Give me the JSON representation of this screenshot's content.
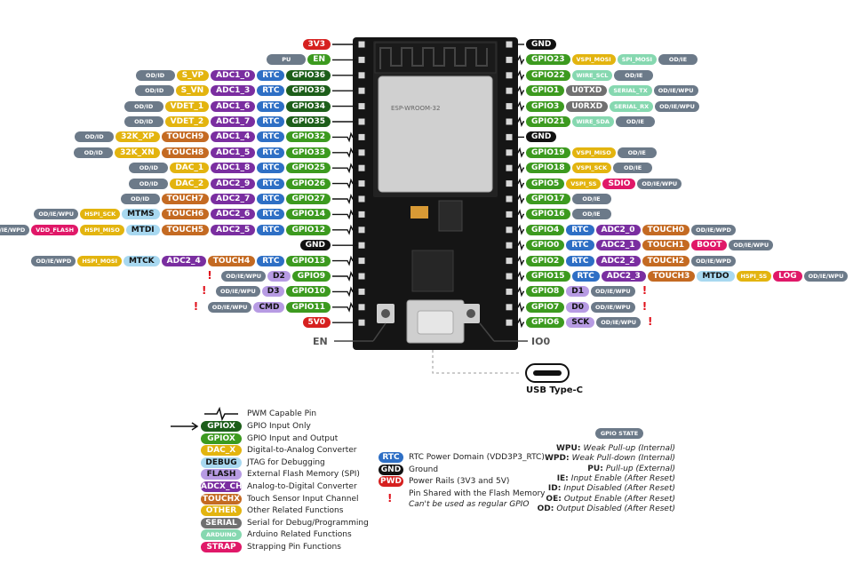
{
  "colors": {
    "PWR": "#d6201f",
    "GND": "#111111",
    "GPIO": "#3c9a1f",
    "GPIN": "#1d5e1a",
    "RTC": "#2e6fc5",
    "ADC": "#7a2ea0",
    "TOUCH": "#c46a22",
    "DAC": "#e3b40f",
    "OTHER": "#e3b40f",
    "SERIAL": "#707070",
    "ARDUINO": "#86d8b0",
    "STRAP": "#e01868",
    "FLASH": "#b79be3",
    "DEBUG": "#a8d8f0",
    "STATE": "#6c7a89"
  },
  "board": {
    "module_label": "ESP-WROOM-32",
    "bottom_left": "EN",
    "bottom_right": "IO0",
    "usb_label": "USB Type-C"
  },
  "left_pins": [
    [
      [
        "3V3",
        "PWR"
      ]
    ],
    [
      [
        "EN",
        "GPIO"
      ],
      [
        "PU",
        "STATE"
      ]
    ],
    [
      [
        "GPIO36",
        "GPIN"
      ],
      [
        "RTC",
        "RTC"
      ],
      [
        "ADC1_0",
        "ADC"
      ],
      [
        "S_VP",
        "OTHER"
      ],
      [
        "OD/ID",
        "STATE"
      ]
    ],
    [
      [
        "GPIO39",
        "GPIN"
      ],
      [
        "RTC",
        "RTC"
      ],
      [
        "ADC1_3",
        "ADC"
      ],
      [
        "S_VN",
        "OTHER"
      ],
      [
        "OD/ID",
        "STATE"
      ]
    ],
    [
      [
        "GPIO34",
        "GPIN"
      ],
      [
        "RTC",
        "RTC"
      ],
      [
        "ADC1_6",
        "ADC"
      ],
      [
        "VDET_1",
        "OTHER"
      ],
      [
        "OD/ID",
        "STATE"
      ]
    ],
    [
      [
        "GPIO35",
        "GPIN"
      ],
      [
        "RTC",
        "RTC"
      ],
      [
        "ADC1_7",
        "ADC"
      ],
      [
        "VDET_2",
        "OTHER"
      ],
      [
        "OD/ID",
        "STATE"
      ]
    ],
    [
      [
        "GPIO32",
        "GPIO"
      ],
      [
        "RTC",
        "RTC"
      ],
      [
        "ADC1_4",
        "ADC"
      ],
      [
        "TOUCH9",
        "TOUCH"
      ],
      [
        "32K_XP",
        "OTHER"
      ],
      [
        "OD/ID",
        "STATE"
      ]
    ],
    [
      [
        "GPIO33",
        "GPIO"
      ],
      [
        "RTC",
        "RTC"
      ],
      [
        "ADC1_5",
        "ADC"
      ],
      [
        "TOUCH8",
        "TOUCH"
      ],
      [
        "32K_XN",
        "OTHER"
      ],
      [
        "OD/ID",
        "STATE"
      ]
    ],
    [
      [
        "GPIO25",
        "GPIO"
      ],
      [
        "RTC",
        "RTC"
      ],
      [
        "ADC1_8",
        "ADC"
      ],
      [
        "DAC_1",
        "DAC"
      ],
      [
        "OD/ID",
        "STATE"
      ]
    ],
    [
      [
        "GPIO26",
        "GPIO"
      ],
      [
        "RTC",
        "RTC"
      ],
      [
        "ADC2_9",
        "ADC"
      ],
      [
        "DAC_2",
        "DAC"
      ],
      [
        "OD/ID",
        "STATE"
      ]
    ],
    [
      [
        "GPIO27",
        "GPIO"
      ],
      [
        "RTC",
        "RTC"
      ],
      [
        "ADC2_7",
        "ADC"
      ],
      [
        "TOUCH7",
        "TOUCH"
      ],
      [
        "OD/ID",
        "STATE"
      ]
    ],
    [
      [
        "GPIO14",
        "GPIO"
      ],
      [
        "RTC",
        "RTC"
      ],
      [
        "ADC2_6",
        "ADC"
      ],
      [
        "TOUCH6",
        "TOUCH"
      ],
      [
        "MTMS",
        "DEBUG"
      ],
      [
        "HSPI_SCK",
        "OTHER"
      ],
      [
        "OD/IE/WPU",
        "STATE"
      ]
    ],
    [
      [
        "GPIO12",
        "GPIO"
      ],
      [
        "RTC",
        "RTC"
      ],
      [
        "ADC2_5",
        "ADC"
      ],
      [
        "TOUCH5",
        "TOUCH"
      ],
      [
        "MTDI",
        "DEBUG"
      ],
      [
        "HSPI_MISO",
        "OTHER"
      ],
      [
        "VDD_FLASH",
        "STRAP"
      ],
      [
        "OD/IE/WPD",
        "STATE"
      ]
    ],
    [
      [
        "GND",
        "GND"
      ]
    ],
    [
      [
        "GPIO13",
        "GPIO"
      ],
      [
        "RTC",
        "RTC"
      ],
      [
        "TOUCH4",
        "TOUCH"
      ],
      [
        "ADC2_4",
        "ADC"
      ],
      [
        "MTCK",
        "DEBUG"
      ],
      [
        "HSPI_MOSI",
        "OTHER"
      ],
      [
        "OD/IE/WPD",
        "STATE"
      ]
    ],
    [
      [
        "GPIO9",
        "GPIO"
      ],
      [
        "D2",
        "FLASH"
      ],
      [
        "OD/IE/WPU",
        "STATE"
      ]
    ],
    [
      [
        "GPIO10",
        "GPIO"
      ],
      [
        "D3",
        "FLASH"
      ],
      [
        "OD/IE/WPU",
        "STATE"
      ]
    ],
    [
      [
        "GPIO11",
        "GPIO"
      ],
      [
        "CMD",
        "FLASH"
      ],
      [
        "OD/IE/WPU",
        "STATE"
      ]
    ],
    [
      [
        "5V0",
        "PWR"
      ]
    ]
  ],
  "right_pins": [
    [
      [
        "GND",
        "GND"
      ]
    ],
    [
      [
        "GPIO23",
        "GPIO"
      ],
      [
        "VSPI_MOSI",
        "OTHER"
      ],
      [
        "SPI_MOSI",
        "ARDUINO"
      ],
      [
        "OD/IE",
        "STATE"
      ]
    ],
    [
      [
        "GPIO22",
        "GPIO"
      ],
      [
        "WIRE_SCL",
        "ARDUINO"
      ],
      [
        "OD/IE",
        "STATE"
      ]
    ],
    [
      [
        "GPIO1",
        "GPIO"
      ],
      [
        "U0TXD",
        "SERIAL"
      ],
      [
        "SERIAL_TX",
        "ARDUINO"
      ],
      [
        "OD/IE/WPU",
        "STATE"
      ]
    ],
    [
      [
        "GPIO3",
        "GPIO"
      ],
      [
        "U0RXD",
        "SERIAL"
      ],
      [
        "SERIAL_RX",
        "ARDUINO"
      ],
      [
        "OD/IE/WPU",
        "STATE"
      ]
    ],
    [
      [
        "GPIO21",
        "GPIO"
      ],
      [
        "WIRE_SDA",
        "ARDUINO"
      ],
      [
        "OD/IE",
        "STATE"
      ]
    ],
    [
      [
        "GND",
        "GND"
      ]
    ],
    [
      [
        "GPIO19",
        "GPIO"
      ],
      [
        "VSPI_MISO",
        "OTHER"
      ],
      [
        "OD/IE",
        "STATE"
      ]
    ],
    [
      [
        "GPIO18",
        "GPIO"
      ],
      [
        "VSPI_SCK",
        "OTHER"
      ],
      [
        "OD/IE",
        "STATE"
      ]
    ],
    [
      [
        "GPIO5",
        "GPIO"
      ],
      [
        "VSPI_SS",
        "OTHER"
      ],
      [
        "SDIO",
        "STRAP"
      ],
      [
        "OD/IE/WPU",
        "STATE"
      ]
    ],
    [
      [
        "GPIO17",
        "GPIO"
      ],
      [
        "OD/IE",
        "STATE"
      ]
    ],
    [
      [
        "GPIO16",
        "GPIO"
      ],
      [
        "OD/IE",
        "STATE"
      ]
    ],
    [
      [
        "GPIO4",
        "GPIO"
      ],
      [
        "RTC",
        "RTC"
      ],
      [
        "ADC2_0",
        "ADC"
      ],
      [
        "TOUCH0",
        "TOUCH"
      ],
      [
        "OD/IE/WPD",
        "STATE"
      ]
    ],
    [
      [
        "GPIO0",
        "GPIO"
      ],
      [
        "RTC",
        "RTC"
      ],
      [
        "ADC2_1",
        "ADC"
      ],
      [
        "TOUCH1",
        "TOUCH"
      ],
      [
        "BOOT",
        "STRAP"
      ],
      [
        "OD/IE/WPU",
        "STATE"
      ]
    ],
    [
      [
        "GPIO2",
        "GPIO"
      ],
      [
        "RTC",
        "RTC"
      ],
      [
        "ADC2_2",
        "ADC"
      ],
      [
        "TOUCH2",
        "TOUCH"
      ],
      [
        "OD/IE/WPD",
        "STATE"
      ]
    ],
    [
      [
        "GPIO15",
        "GPIO"
      ],
      [
        "RTC",
        "RTC"
      ],
      [
        "ADC2_3",
        "ADC"
      ],
      [
        "TOUCH3",
        "TOUCH"
      ],
      [
        "MTDO",
        "DEBUG"
      ],
      [
        "HSPI_SS",
        "OTHER"
      ],
      [
        "LOG",
        "STRAP"
      ],
      [
        "OD/IE/WPU",
        "STATE"
      ]
    ],
    [
      [
        "GPIO8",
        "GPIO"
      ],
      [
        "D1",
        "FLASH"
      ],
      [
        "OD/IE/WPU",
        "STATE"
      ]
    ],
    [
      [
        "GPIO7",
        "GPIO"
      ],
      [
        "D0",
        "FLASH"
      ],
      [
        "OD/IE/WPU",
        "STATE"
      ]
    ],
    [
      [
        "GPIO6",
        "GPIO"
      ],
      [
        "SCK",
        "FLASH"
      ],
      [
        "OD/IE/WPU",
        "STATE"
      ]
    ]
  ],
  "left_flash_marks": [
    15,
    16,
    17
  ],
  "right_flash_marks": [
    16,
    17,
    18
  ],
  "left_pwm": [
    6,
    7,
    8,
    9,
    10,
    11,
    12,
    14,
    15,
    16,
    17
  ],
  "right_pwm": [
    1,
    2,
    3,
    4,
    5,
    7,
    8,
    9,
    10,
    11,
    12,
    13,
    14,
    15,
    16,
    17,
    18
  ],
  "legend": {
    "pwm_label": "PWM Capable Pin",
    "items": [
      {
        "text": "GPIOX",
        "type": "GPIN",
        "desc": "GPIO Input Only",
        "arrow": true
      },
      {
        "text": "GPIOX",
        "type": "GPIO",
        "desc": "GPIO Input and Output"
      },
      {
        "text": "DAC_X",
        "type": "DAC",
        "desc": "Digital-to-Analog Converter"
      },
      {
        "text": "DEBUG",
        "type": "DEBUG",
        "desc": "JTAG for Debugging"
      },
      {
        "text": "FLASH",
        "type": "FLASH",
        "desc": "External Flash Memory (SPI)"
      },
      {
        "text": "ADCX_CH",
        "type": "ADC",
        "desc": "Analog-to-Digital Converter"
      },
      {
        "text": "TOUCHX",
        "type": "TOUCH",
        "desc": "Touch Sensor Input Channel"
      },
      {
        "text": "OTHER",
        "type": "OTHER",
        "desc": "Other Related Functions"
      },
      {
        "text": "SERIAL",
        "type": "SERIAL",
        "desc": "Serial for Debug/Programming"
      },
      {
        "text": "ARDUINO",
        "type": "ARDUINO",
        "desc": "Arduino Related Functions"
      },
      {
        "text": "STRAP",
        "type": "STRAP",
        "desc": "Strapping Pin Functions"
      }
    ],
    "items2": [
      {
        "text": "RTC",
        "type": "RTC",
        "desc": "RTC Power Domain (VDD3P3_RTC)"
      },
      {
        "text": "GND",
        "type": "GND",
        "desc": "Ground"
      },
      {
        "text": "PWD",
        "type": "PWR",
        "desc": "Power Rails (3V3 and 5V)"
      }
    ],
    "flash_note_1": "Pin Shared with the Flash Memory",
    "flash_note_2": "Can't be used as regular GPIO",
    "gpio_state_title": "GPIO STATE",
    "states": [
      {
        "k": "WPU:",
        "v": "Weak Pull-up (Internal)"
      },
      {
        "k": "WPD:",
        "v": "Weak Pull-down (Internal)"
      },
      {
        "k": "PU:",
        "v": "Pull-up (External)"
      },
      {
        "k": "IE:",
        "v": "Input Enable (After Reset)"
      },
      {
        "k": "ID:",
        "v": "Input Disabled (After Reset)"
      },
      {
        "k": "OE:",
        "v": "Output Enable (After Reset)"
      },
      {
        "k": "OD:",
        "v": "Output Disabled (After Reset)"
      }
    ]
  }
}
